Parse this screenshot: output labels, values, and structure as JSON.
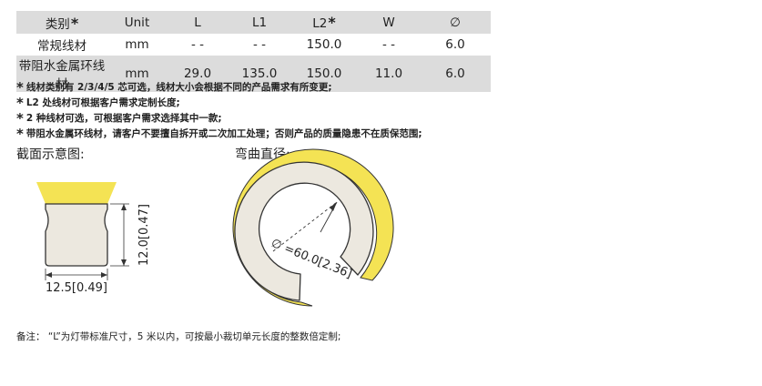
{
  "table": {
    "headers": [
      "类别",
      "Unit",
      "L",
      "L1",
      "L2",
      "W",
      "∅"
    ],
    "star_glyph": "*",
    "rows": [
      [
        "常规线材",
        "mm",
        "- -",
        "- -",
        "150.0",
        "- -",
        "6.0"
      ],
      [
        "带阻水金属环线材",
        "mm",
        "29.0",
        "135.0",
        "150.0",
        "11.0",
        "6.0"
      ]
    ]
  },
  "notes": [
    "线材类别有 2/3/4/5 芯可选，线材大小会根据不同的产品需求有所变更;",
    "L2 处线材可根据客户需求定制长度;",
    "2 种线材可选，可根据客户需求选择其中一款;",
    "带阻水金属环线材，请客户不要擅自拆开或二次加工处理；否则产品的质量隐患不在质保范围;"
  ],
  "cross_section": {
    "title": "截面示意图:",
    "height_dim": "12.0[0.47]",
    "width_dim": "12.5[0.49]"
  },
  "bend": {
    "title": "弯曲直径:",
    "dim": "∅ =60.0[2.36]"
  },
  "remark": "备注：  “L”为灯带标准尺寸，5 米以内，可按最小裁切单元长度的整数倍定制;",
  "colors": {
    "header_shade": "#dcdcdc",
    "yellow": "#f4e354",
    "gray_fill": "#ece8df",
    "stroke": "#333333"
  }
}
